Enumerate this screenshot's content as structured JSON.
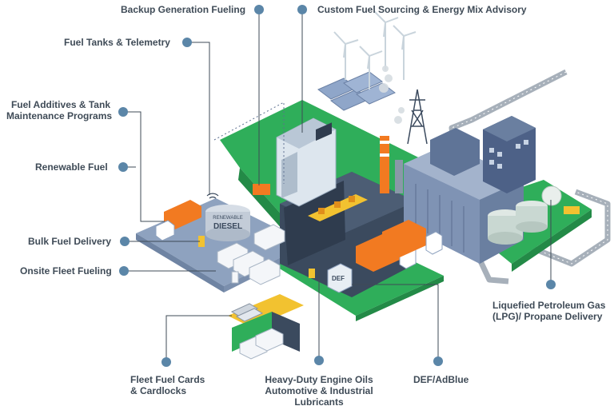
{
  "callouts": {
    "backup_generation": "Backup Generation Fueling",
    "custom_sourcing": "Custom Fuel Sourcing & Energy Mix Advisory",
    "fuel_tanks": "Fuel Tanks & Telemetry",
    "fuel_additives_line1": "Fuel Additives & Tank",
    "fuel_additives_line2": "Maintenance Programs",
    "renewable_fuel": "Renewable Fuel",
    "bulk_fuel": "Bulk Fuel Delivery",
    "onsite_fleet": "Onsite Fleet Fueling",
    "fleet_cards_line1": "Fleet Fuel Cards",
    "fleet_cards_line2": "& Cardlocks",
    "engine_oils_line1": "Heavy-Duty Engine Oils",
    "engine_oils_line2": "Automotive & Industrial",
    "engine_oils_line3": "Lubricants",
    "def": "DEF/AdBlue",
    "lpg_line1": "Liquefied Petroleum Gas",
    "lpg_line2": "(LPG)/ Propane Delivery"
  },
  "scene": {
    "tank_text_line1": "RENEWABLE",
    "tank_text_line2": "DIESEL",
    "def_tank_text": "DEF"
  },
  "colors": {
    "label": "#3f4b57",
    "dot": "#5b86a8",
    "green": "#2fae5a",
    "slate": "#8ea2bf",
    "dark": "#3b4a5e",
    "orange": "#f27a21",
    "yellow": "#f2c230"
  }
}
